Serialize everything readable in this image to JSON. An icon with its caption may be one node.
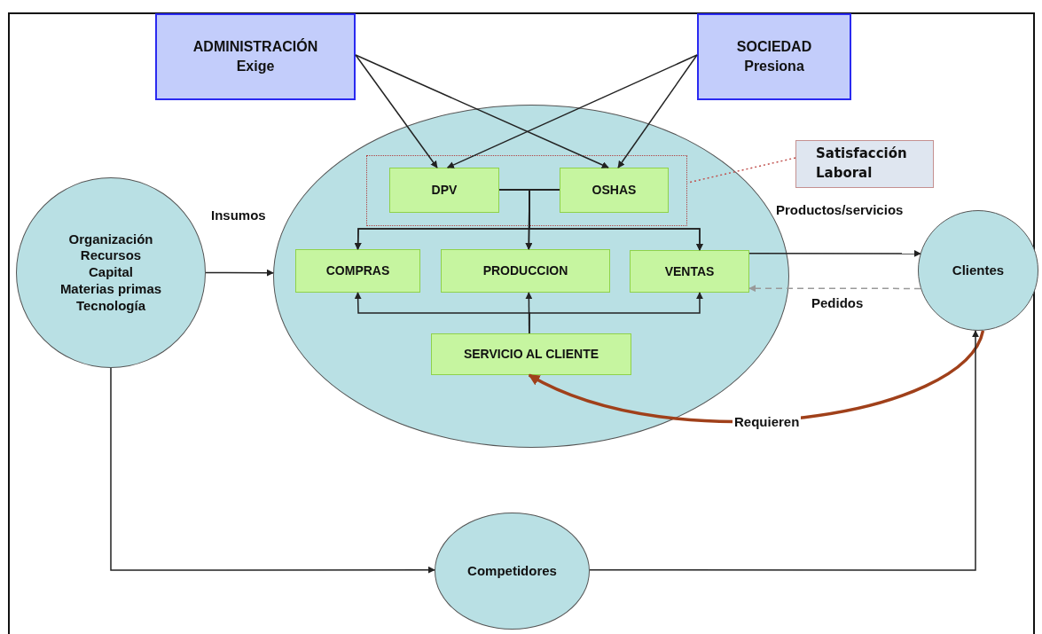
{
  "diagram": {
    "nodes": [
      {
        "text": [
          "ADMINISTRACIÓN",
          "Exige"
        ]
      },
      {
        "text": [
          "SOCIEDAD",
          "Presiona"
        ]
      },
      {
        "text": [],
        "shape": "ellipse"
      },
      {
        "text": [],
        "shape": "box",
        "in": 2
      },
      {
        "text": [
          "DPV"
        ],
        "in": 3
      },
      {
        "text": [
          "OSHAS"
        ],
        "in": 3
      },
      {
        "text": [
          "COMPRAS"
        ],
        "in": 2
      },
      {
        "text": [
          "PRODUCCION"
        ],
        "in": 2
      },
      {
        "text": [
          "VENTAS"
        ],
        "in": 2
      },
      {
        "text": [
          "SERVICIO AL CLIENTE"
        ],
        "in": 2
      },
      {
        "text": [
          "Satisfacción Laboral"
        ]
      },
      {
        "text": [
          "Organización",
          "Recursos",
          "Capital",
          "Materias primas",
          "Tecnología"
        ]
      },
      {
        "text": [
          "Clientes"
        ]
      },
      {
        "text": [
          "Competidores"
        ]
      }
    ],
    "edges": [
      {
        "from": 0,
        "to": 4,
        "arrow": "to"
      },
      {
        "from": 0,
        "to": 5,
        "arrow": "to"
      },
      {
        "from": 1,
        "to": 4,
        "arrow": "to"
      },
      {
        "from": 1,
        "to": 5,
        "arrow": "to"
      },
      {
        "from": 10,
        "to": 3,
        "arrow": "none",
        "style": "dashed",
        "color": "#c0504d"
      },
      {
        "from": 4,
        "to": 6,
        "arrow": "to"
      },
      {
        "from": 4,
        "to": 7,
        "arrow": "to"
      },
      {
        "from": 4,
        "to": 8,
        "arrow": "to"
      },
      {
        "from": 5,
        "to": 6,
        "arrow": "to"
      },
      {
        "from": 5,
        "to": 7,
        "arrow": "to"
      },
      {
        "from": 5,
        "to": 8,
        "arrow": "to"
      },
      {
        "from": 9,
        "to": 6,
        "arrow": "to"
      },
      {
        "from": 9,
        "to": 7,
        "arrow": "to"
      },
      {
        "from": 9,
        "to": 8,
        "arrow": "to"
      },
      {
        "from": 11,
        "to": 2,
        "arrow": "to",
        "label": "Insumos"
      },
      {
        "from": 8,
        "to": 12,
        "arrow": "to",
        "label": "Productos/servicios"
      },
      {
        "from": 12,
        "to": 8,
        "arrow": "to",
        "label": "Pedidos",
        "style": "dashed",
        "color": "#999999"
      },
      {
        "from": 12,
        "to": 9,
        "arrow": "to",
        "label": "Requieren",
        "style": "thick",
        "color": "#a0401a"
      },
      {
        "from": 11,
        "to": 13,
        "arrow": "to"
      },
      {
        "from": 13,
        "to": 12,
        "arrow": "to"
      }
    ]
  }
}
